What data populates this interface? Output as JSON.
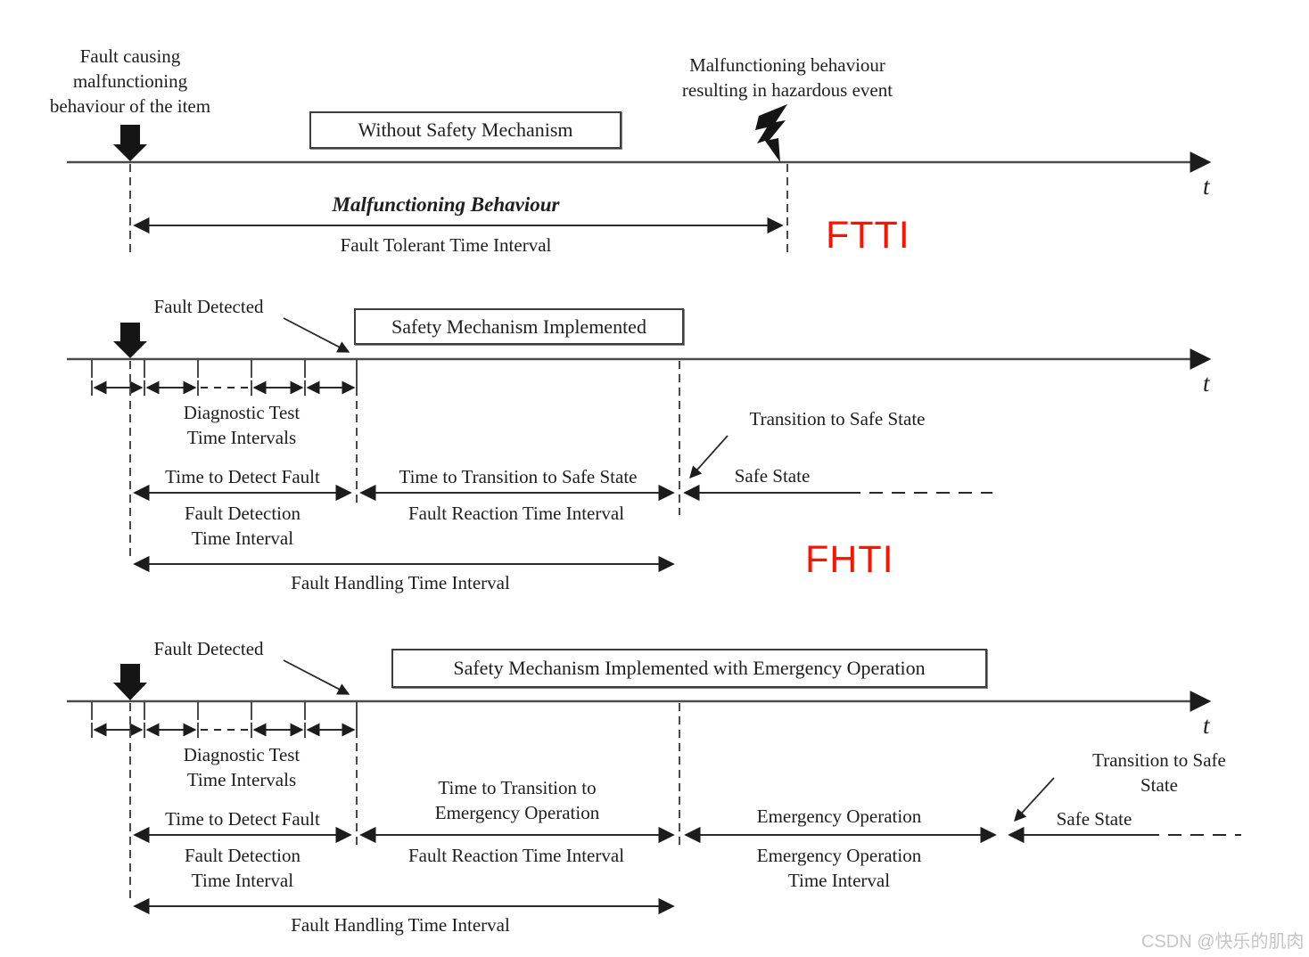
{
  "colors": {
    "accent_red": "#ff1100",
    "line": "#4a4a4a",
    "text": "#1e1e1e",
    "watermark_gray": "#c6c6c6"
  },
  "s1": {
    "event_label": "Fault causing\nmalfunctioning\nbehaviour of the item",
    "hazard_label": "Malfunctioning behaviour\nresulting in hazardous event",
    "box_label": "Without Safety Mechanism",
    "behaviour_label": "Malfunctioning Behaviour",
    "interval_label": "Fault Tolerant Time Interval",
    "abbrev": "FTTI",
    "t": "t"
  },
  "s2": {
    "fault_detected": "Fault Detected",
    "box_label": "Safety Mechanism Implemented",
    "diagnostic_label": "Diagnostic Test\nTime Intervals",
    "time_to_detect": "Time to Detect Fault",
    "time_to_transition": "Time to Transition to Safe State",
    "transition_callout": "Transition to Safe State",
    "safe_state": "Safe State",
    "fault_detection_interval": "Fault Detection\nTime Interval",
    "fault_reaction_interval": "Fault Reaction Time Interval",
    "fault_handling_interval": "Fault Handling Time Interval",
    "abbrev": "FHTI",
    "t": "t"
  },
  "s3": {
    "fault_detected": "Fault Detected",
    "box_label": "Safety Mechanism Implemented with Emergency Operation",
    "diagnostic_label": "Diagnostic Test\nTime Intervals",
    "time_to_detect": "Time to Detect Fault",
    "time_to_transition": "Time to Transition to\nEmergency Operation",
    "emergency_operation": "Emergency Operation",
    "emergency_operation_interval": "Emergency Operation\nTime Interval",
    "transition_callout": "Transition to Safe State",
    "safe_state": "Safe State",
    "fault_detection_interval": "Fault Detection\nTime Interval",
    "fault_reaction_interval": "Fault Reaction Time Interval",
    "fault_handling_interval": "Fault Handling Time Interval",
    "t": "t"
  },
  "watermark": "CSDN @快乐的肌肉"
}
